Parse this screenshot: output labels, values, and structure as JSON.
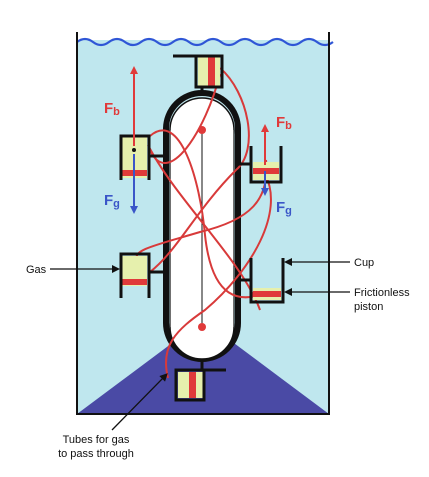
{
  "colors": {
    "water": "#bfe7ee",
    "water_surface": "#2f56d6",
    "ground": "#4a4aa5",
    "gas": "#e6f0ad",
    "piston": "#e03a3a",
    "tube": "#d83a3a",
    "outline": "#111111",
    "buoyancy_force": "#e03a3a",
    "gravity_force": "#3a56c8"
  },
  "forces": {
    "buoyancy": {
      "symbol": "F",
      "subscript": "b"
    },
    "gravity": {
      "symbol": "F",
      "subscript": "g"
    }
  },
  "labels": {
    "gas": "Gas",
    "cup": "Cup",
    "piston_line1": "Frictionless",
    "piston_line2": "piston",
    "tubes_line1": "Tubes for gas",
    "tubes_line2": "to pass through"
  }
}
